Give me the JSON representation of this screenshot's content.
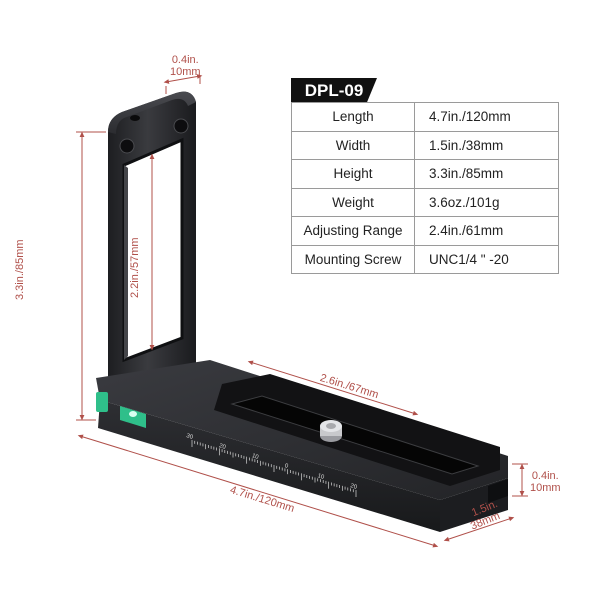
{
  "spec_table": {
    "model": "DPL-09",
    "rows": [
      {
        "label": "Length",
        "value": "4.7in./120mm"
      },
      {
        "label": "Width",
        "value": "1.5in./38mm"
      },
      {
        "label": "Height",
        "value": "3.3in./85mm"
      },
      {
        "label": "Weight",
        "value": "3.6oz./101g"
      },
      {
        "label": "Adjusting Range",
        "value": "2.4in./61mm"
      },
      {
        "label": "Mounting Screw",
        "value": "UNC1/4 \" -20"
      }
    ]
  },
  "dimensions": {
    "top_thickness": {
      "line1": "0.4in.",
      "line2": "10mm"
    },
    "height": "3.3in./85mm",
    "inner_height": "2.2in./57mm",
    "slot_length": "2.6in./67mm",
    "length": "4.7in./120mm",
    "width": {
      "line1": "1.5in.",
      "line2": "38mm"
    },
    "base_thickness": {
      "line1": "0.4in.",
      "line2": "10mm"
    }
  },
  "scale_ticks": [
    "30",
    "20",
    "10",
    "0",
    "10",
    "20"
  ],
  "colors": {
    "dimension": "#b0504a",
    "metal": "#2a2b2e",
    "bubble_level": "#2fbf8a"
  }
}
